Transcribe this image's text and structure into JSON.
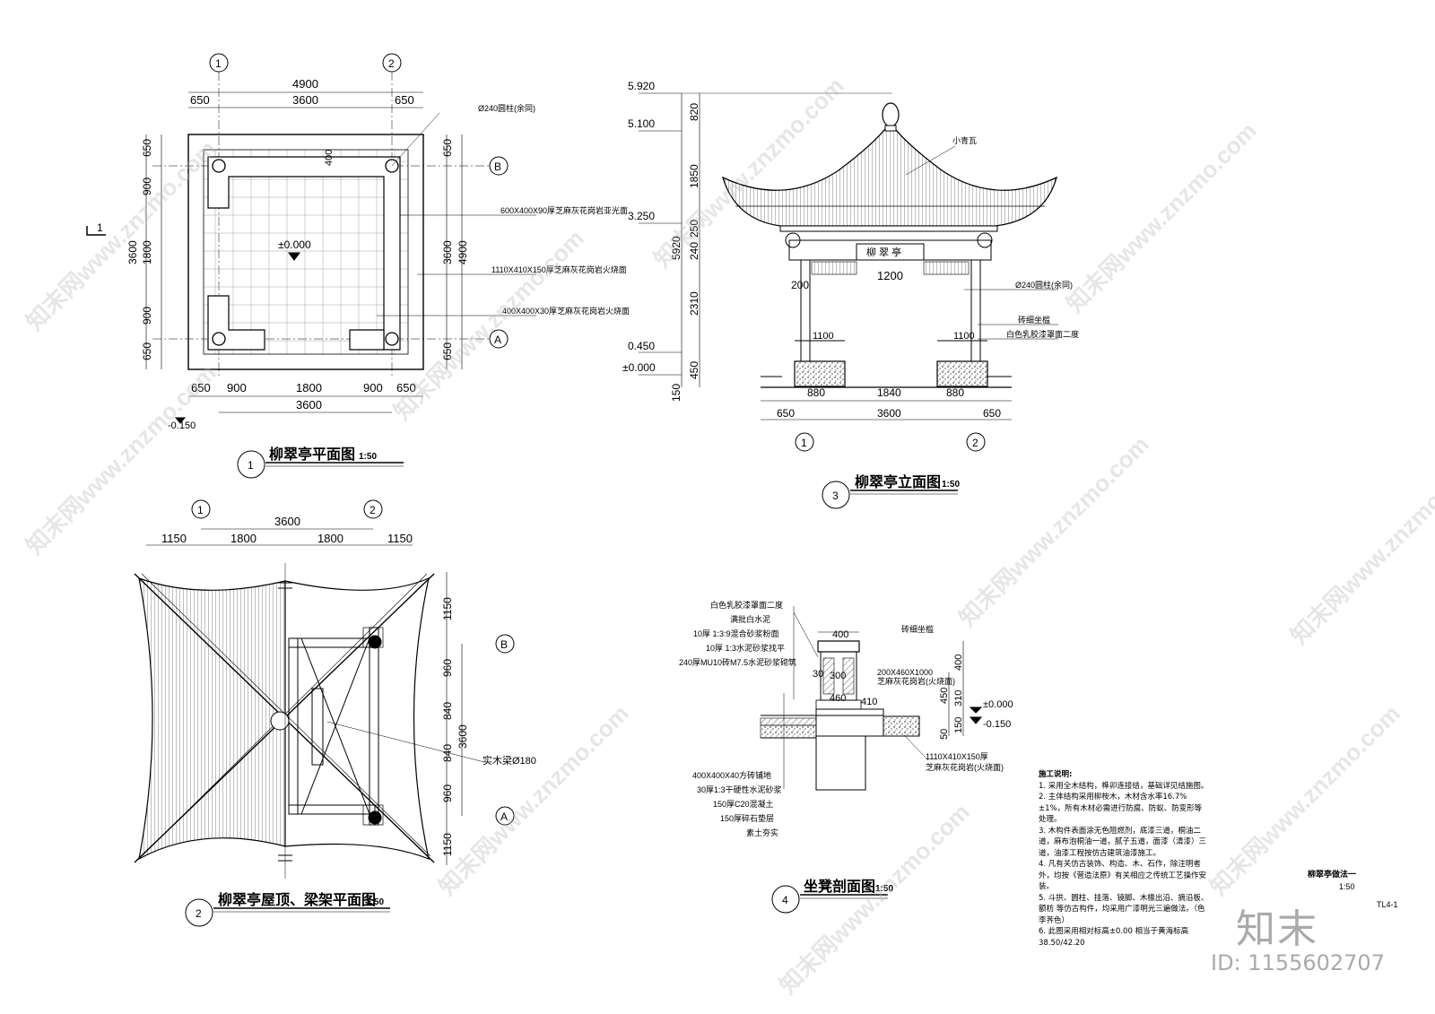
{
  "drawings": {
    "plan": {
      "title": "柳翠亭平面图",
      "scale": "1:50",
      "number": "1",
      "grid_labels": [
        "1",
        "2",
        "B",
        "A"
      ],
      "top_dims": {
        "total": "4900",
        "inner": "3600",
        "side": "650"
      },
      "bottom_dims": [
        "650",
        "900",
        "1800",
        "900",
        "650"
      ],
      "bottom_total": "3600",
      "left_dims": [
        "650",
        "900",
        "1800",
        "900",
        "650"
      ],
      "left_total": "3600",
      "right_dims": [
        "650",
        "3600",
        "650"
      ],
      "right_total": "4900",
      "level_center": "±0.000",
      "level_outer": "-0.150",
      "dim_400": "400",
      "section_mark": "1",
      "callouts": [
        "Ø240圆柱(余同)",
        "600X400X90厚芝麻灰花岗岩亚光面",
        "1110X410X150厚芝麻灰花岗岩火烧面",
        "400X400X30厚芝麻灰花岗岩火烧面"
      ]
    },
    "elevation": {
      "title": "柳翠亭立面图",
      "scale": "1:50",
      "number": "3",
      "levels": [
        "5.920",
        "5.100",
        "3.250",
        "0.450",
        "±0.000"
      ],
      "left_dims": [
        "820",
        "1850",
        "250",
        "240",
        "2310",
        "450",
        "150"
      ],
      "total_height": "5920",
      "bottom_dims": [
        "880",
        "1840",
        "880"
      ],
      "bottom_dims2": [
        "650",
        "3600",
        "650"
      ],
      "plaque": "柳 翠 亭",
      "inner_dims": {
        "span": "1200",
        "drop": "200",
        "bench_left": "1100",
        "bench_right": "1100"
      },
      "callouts": [
        "小青瓦",
        "Ø240圆柱(余同)",
        "砖细坐槛",
        "白色乳胶漆罩面二度"
      ],
      "grid_labels": [
        "1",
        "2"
      ]
    },
    "roof": {
      "title": "柳翠亭屋顶、梁架平面图",
      "scale": "1:50",
      "number": "2",
      "grid_labels": [
        "1",
        "2",
        "B",
        "A"
      ],
      "top_dims": [
        "1150",
        "1800",
        "1800",
        "1150"
      ],
      "top_total": "3600",
      "right_dims": [
        "1150",
        "960",
        "840",
        "840",
        "960",
        "1150"
      ],
      "right_total": "3600",
      "callout": "实木梁Ø180"
    },
    "section": {
      "title": "坐凳剖面图",
      "scale": "1:50",
      "number": "4",
      "left_callouts": [
        "白色乳胶漆罩面二度",
        "满批白水泥",
        "10厚 1:3:9混合砂浆粉面",
        "10厚 1:3水泥砂浆找平",
        "240厚MU10砖M7.5水泥砂浆砌筑"
      ],
      "lower_callouts": [
        "400X400X40方砖铺地",
        "30厚1:3干硬性水泥砂浆",
        "150厚C20混凝土",
        "150厚碎石垫层",
        "素土夯实"
      ],
      "right_callouts": [
        "砖细坐槛",
        "200X460X1000",
        "芝麻灰花岗岩(火烧面)",
        "1110X410X150厚",
        "芝麻灰花岗岩(火烧面)"
      ],
      "dims": [
        "400",
        "30",
        "300",
        "460",
        "410",
        "400",
        "310",
        "450",
        "150",
        "50"
      ],
      "levels": [
        "±0.000",
        "-0.150"
      ]
    }
  },
  "notes": {
    "heading": "施工说明:",
    "items": [
      "1. 采用全木结构，榫卯连接结，基础详见结施图。",
      "2. 主体结构采用柳桉木，木材含水率16.7% ±1%，所有木材必需进行防腐、防蚁、防变形等处理。",
      "3. 木构件表面涂无色阻燃剂，底漆三道，桐油二道，麻布泡桐油一道，腻子五道，面漆（清漆）三道，油漆工程按仿古建筑油漆施工。",
      "4. 凡有关仿古装饰、构造、木、石作，除注明者外，均按《营造法原》有关相应之传统工艺操作安装。",
      "5. 斗拱、圆柱、挂落、镜脚、木椽出沿、摘沿板、额枋 等仿古构件，均采用广漆明光三遍做法。（色李荠色）",
      "6. 此图采用相对标高±0.00 相当于黄海标高38.50/42.20"
    ]
  },
  "title_block": {
    "name": "柳翠亭做法一",
    "scale": "1:50",
    "code": "TL4-1"
  },
  "logo": {
    "text": "知末",
    "id": "ID: 1155602707"
  },
  "watermark": "知末网www.znzmo.com"
}
